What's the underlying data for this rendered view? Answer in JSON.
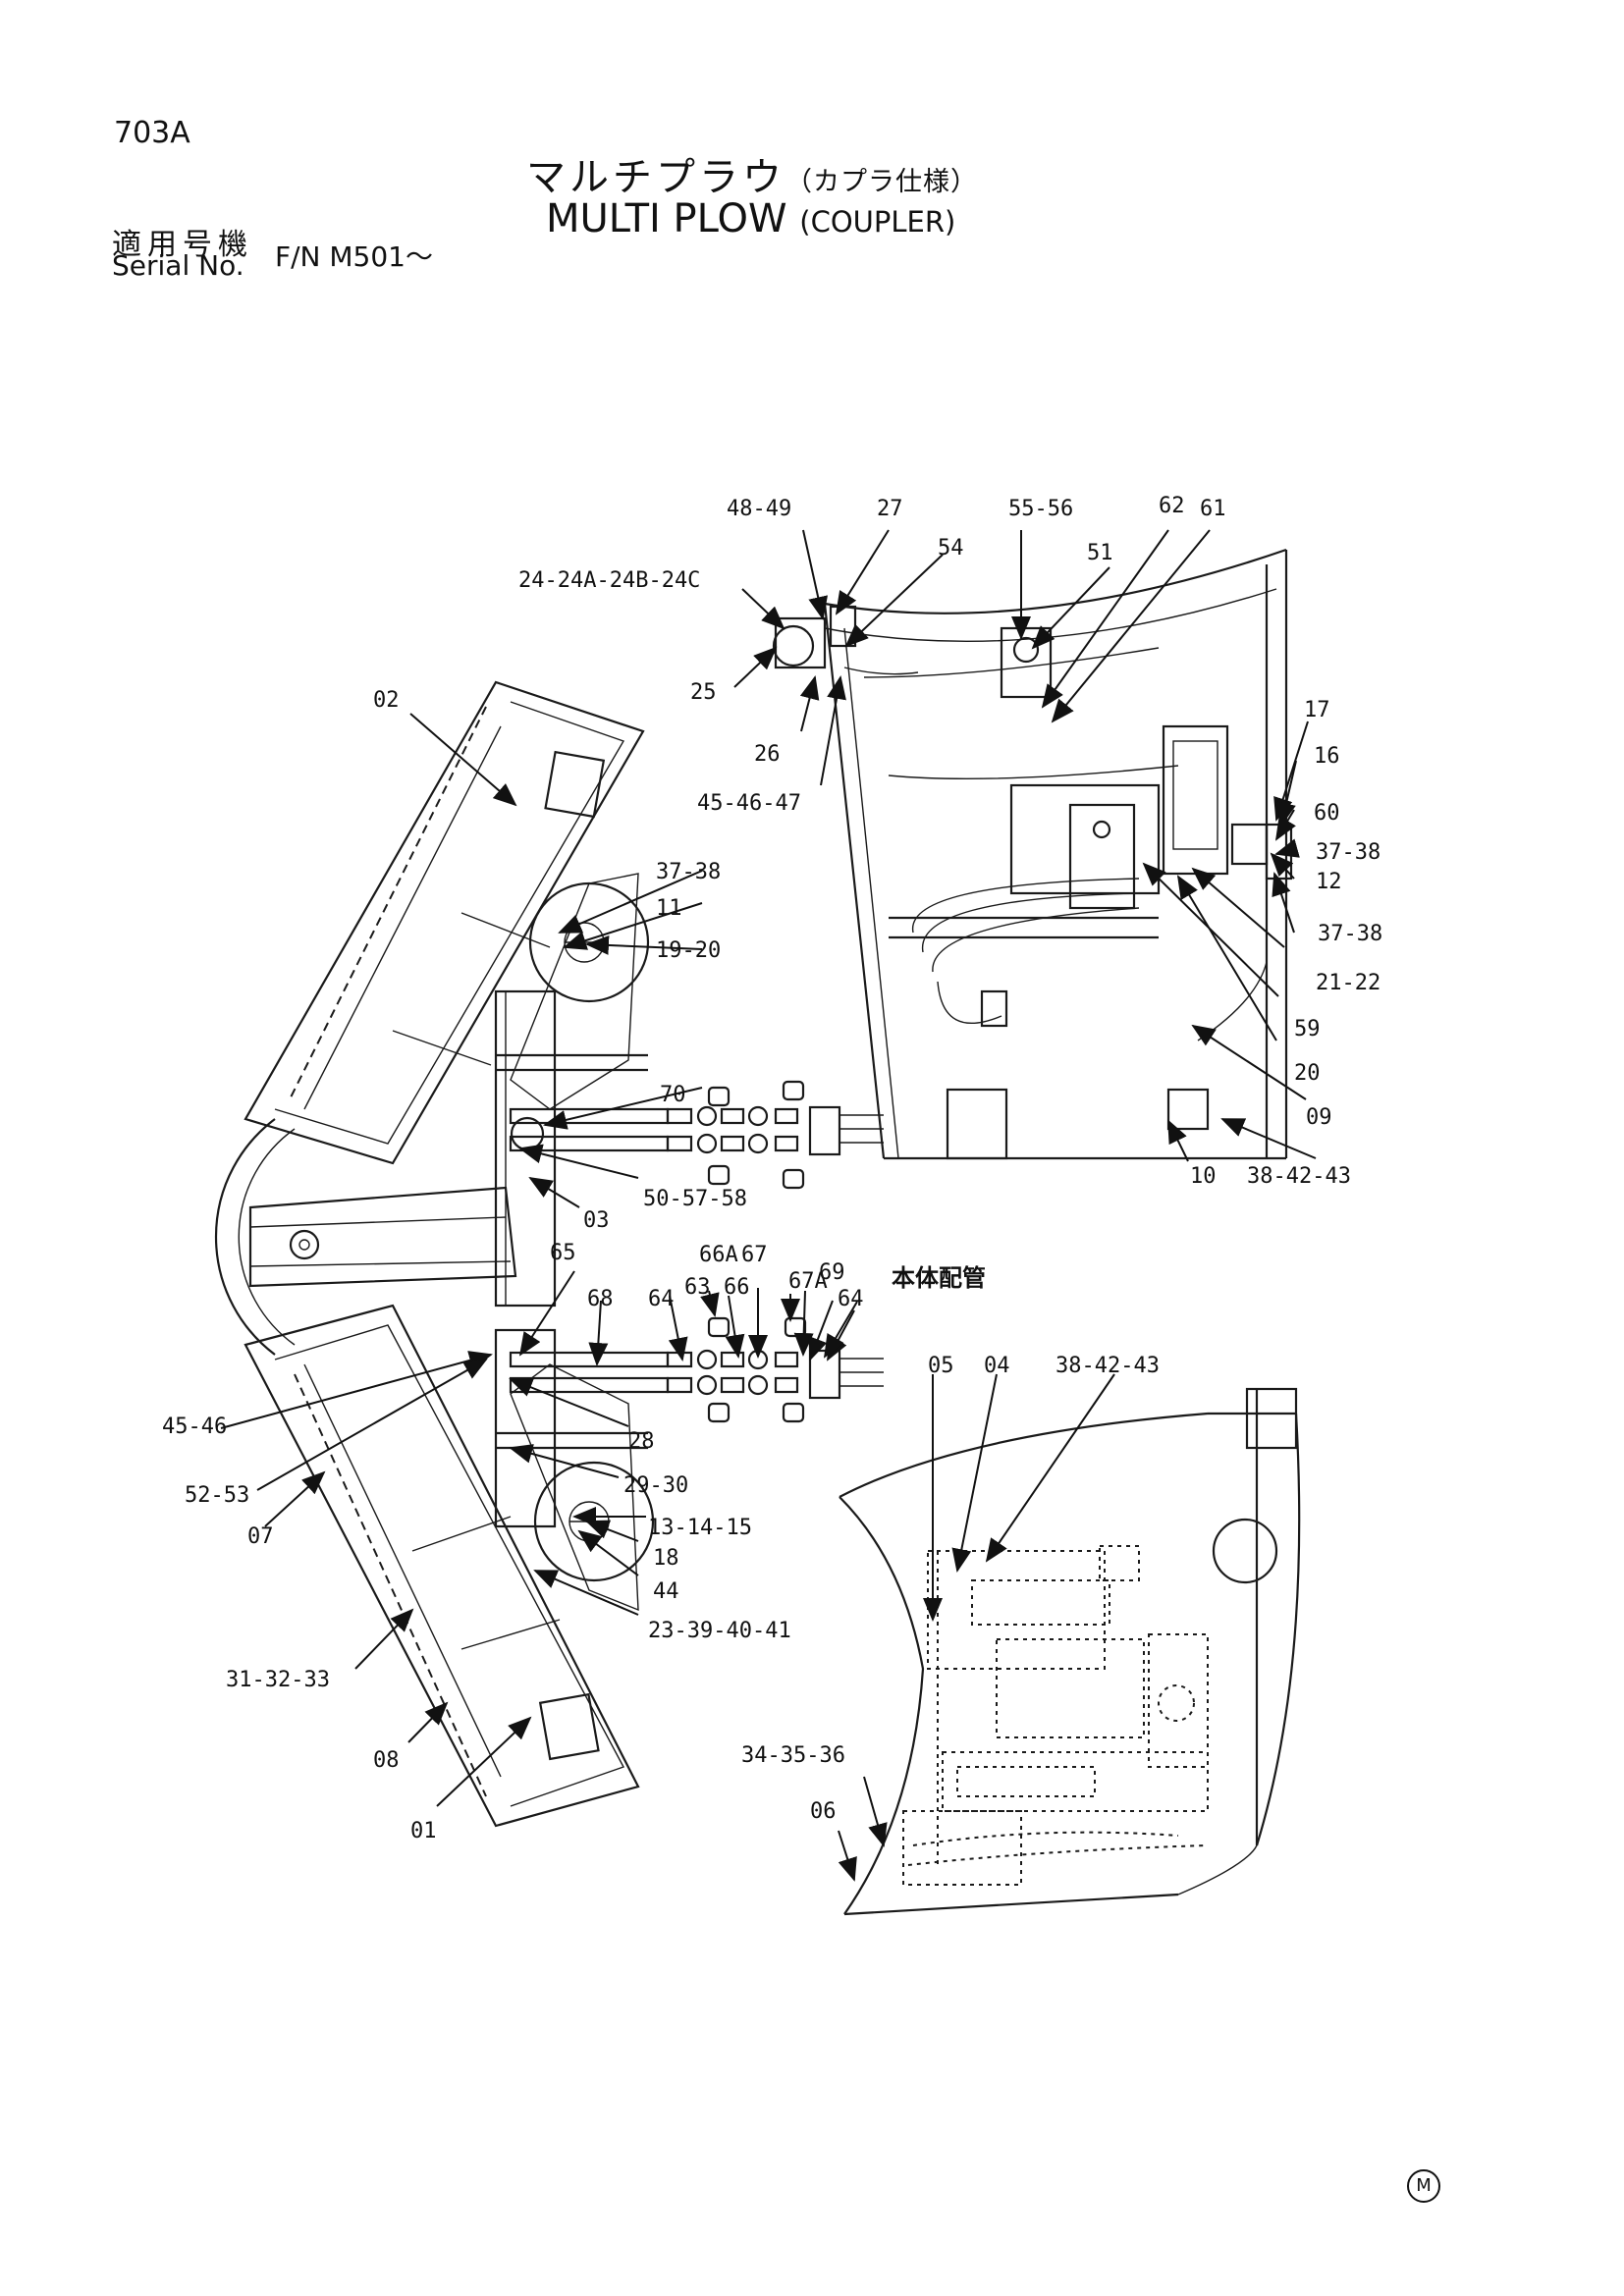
{
  "header": {
    "page_code": "703A",
    "title_jp": "マルチプラウ",
    "title_jp_sub": "（カプラ仕様）",
    "title_en": "MULTI PLOW",
    "title_en_sub": "(COUPLER)",
    "serial_label_jp": "適用号機",
    "serial_label_en": "Serial No.",
    "serial_value": "F/N M501～"
  },
  "footer_mark": "M",
  "callouts": {
    "c48_49": "48-49",
    "c27": "27",
    "c55_56": "55-56",
    "c62": "62",
    "c61": "61",
    "c54": "54",
    "c51": "51",
    "c24": "24-24A-24B-24C",
    "c25": "25",
    "c26": "26",
    "c45_46_47": "45-46-47",
    "c02": "02",
    "c17": "17",
    "c16": "16",
    "c60": "60",
    "c37_38_r1": "37-38",
    "c12": "12",
    "c37_38_r2": "37-38",
    "c21_22": "21-22",
    "c59": "59",
    "c20": "20",
    "c09": "09",
    "c38_42_43_top": "38-42-43",
    "c10": "10",
    "c37_38_l": "37-38",
    "c11": "11",
    "c19_20": "19-20",
    "c70": "70",
    "c50_57_58": "50-57-58",
    "c03": "03",
    "c65": "65",
    "c66a": "66A",
    "c67": "67",
    "c63": "63",
    "c66": "66",
    "c67a": "67A",
    "c69": "69",
    "c64a": "64",
    "c64b": "64",
    "c68": "68",
    "honntai": "本体配管",
    "c05": "05",
    "c04": "04",
    "c38_42_43_bot": "38-42-43",
    "c45_46": "45-46",
    "c28": "28",
    "c52_53": "52-53",
    "c29_30": "29-30",
    "c07": "07",
    "c13_14_15": "13-14-15",
    "c18": "18",
    "c44": "44",
    "c23_39_40_41": "23-39-40-41",
    "c31_32_33": "31-32-33",
    "c08": "08",
    "c01": "01",
    "c34_35_36": "34-35-36",
    "c06": "06"
  }
}
